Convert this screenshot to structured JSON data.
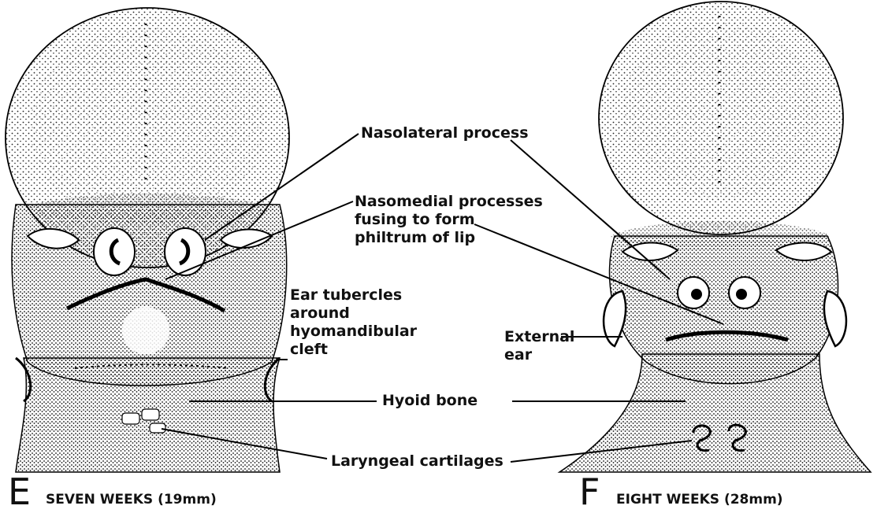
{
  "labels": {
    "nasolateral": "Nasolateral process",
    "nasomedial_1": "Nasomedial processes",
    "nasomedial_2": "fusing to form",
    "nasomedial_3": "philtrum of lip",
    "ear_tub_1": "Ear tubercles",
    "ear_tub_2": "around",
    "ear_tub_3": "hyomandibular",
    "ear_tub_4": "cleft",
    "external_1": "External",
    "external_2": "ear",
    "hyoid": "Hyoid bone",
    "laryngeal": "Laryngeal cartilages"
  },
  "captions": {
    "left_letter": "E",
    "left_text": "SEVEN WEEKS (19mm)",
    "right_letter": "F",
    "right_text": "EIGHT WEEKS (28mm)"
  }
}
